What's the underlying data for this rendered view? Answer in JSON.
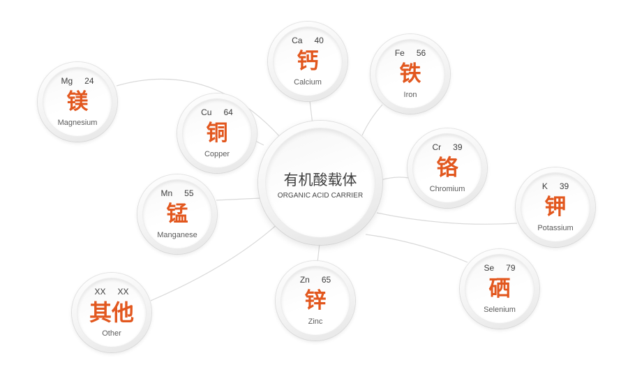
{
  "center": {
    "title": "有机酸载体",
    "subtitle": "ORGANIC ACID CARRIER"
  },
  "elements": [
    {
      "symbol": "Ca",
      "number": "40",
      "char": "钙",
      "name": "Calcium"
    },
    {
      "symbol": "Fe",
      "number": "56",
      "char": "铁",
      "name": "Iron"
    },
    {
      "symbol": "Mg",
      "number": "24",
      "char": "镁",
      "name": "Magnesium"
    },
    {
      "symbol": "Cu",
      "number": "64",
      "char": "铜",
      "name": "Copper"
    },
    {
      "symbol": "Cr",
      "number": "39",
      "char": "铬",
      "name": "Chromium"
    },
    {
      "symbol": "K",
      "number": "39",
      "char": "钾",
      "name": "Potassium"
    },
    {
      "symbol": "Mn",
      "number": "55",
      "char": "锰",
      "name": "Manganese"
    },
    {
      "symbol": "Zn",
      "number": "65",
      "char": "锌",
      "name": "Zinc"
    },
    {
      "symbol": "Se",
      "number": "79",
      "char": "硒",
      "name": "Selenium"
    },
    {
      "symbol": "XX",
      "number": "XX",
      "char": "其他",
      "name": "Other"
    }
  ],
  "colors": {
    "accent": "#E2571E",
    "line": "#d9d9d9"
  }
}
